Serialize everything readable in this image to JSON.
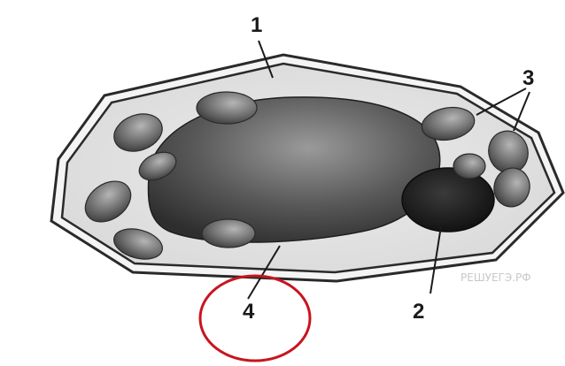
{
  "diagram": {
    "labels": {
      "l1": "1",
      "l2": "2",
      "l3": "3",
      "l4": "4"
    },
    "watermark": "РЕШУЕГЭ.РФ",
    "colors": {
      "background": "#ffffff",
      "outline": "#2a2a2a",
      "cytoplasm": "#e3e3e3",
      "vacuole": "#4a4a4a",
      "nucleus": "#1e1e1e",
      "plastid": "#6c6c6c",
      "highlight_circle": "#c8141e"
    }
  }
}
